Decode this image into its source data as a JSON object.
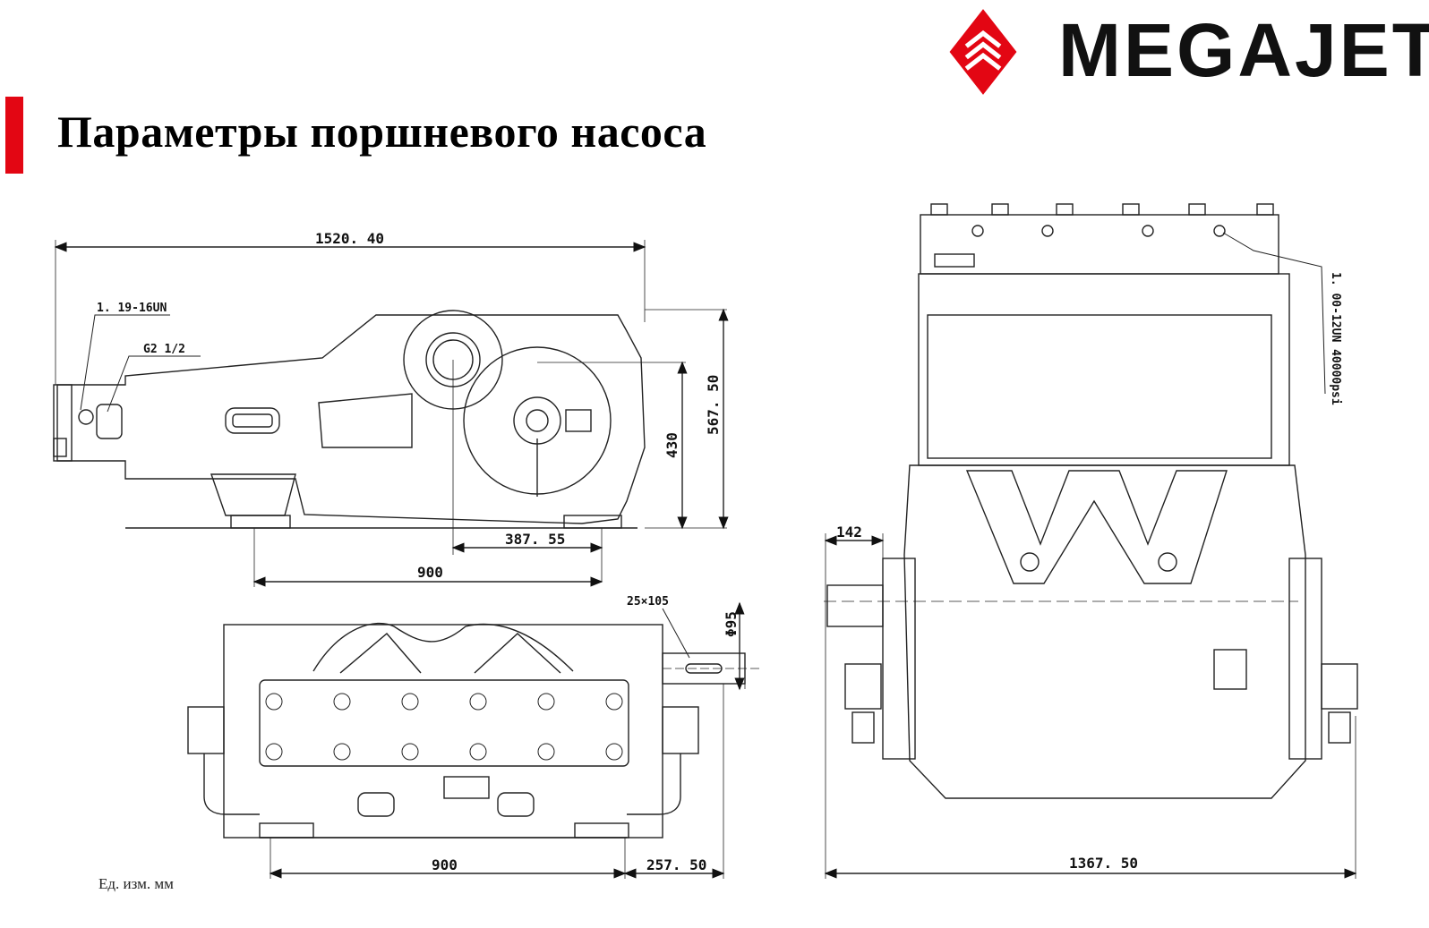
{
  "header": {
    "title": "Параметры поршневого насоса",
    "logo_text": "MEGAJET",
    "accent_color": "#e30613"
  },
  "footer": {
    "units_note": "Ед. изм. мм"
  },
  "side_view": {
    "overall_length": "1520. 40",
    "height_total": "567. 50",
    "height_shaft": "430",
    "shaft_offset": "387. 55",
    "base_length": "900",
    "port_thread": "1. 19-16UN",
    "port_inlet": "G2 1/2"
  },
  "top_view": {
    "base_length": "900",
    "shaft_extension": "257. 50",
    "key_size": "25×105",
    "shaft_diameter": "Φ95"
  },
  "front_view": {
    "overall_width": "1367. 50",
    "shaft_projection": "142",
    "outlet_thread": "1. 00-12UN 40000psi"
  },
  "icons": [
    "megajet-logo-icon"
  ]
}
